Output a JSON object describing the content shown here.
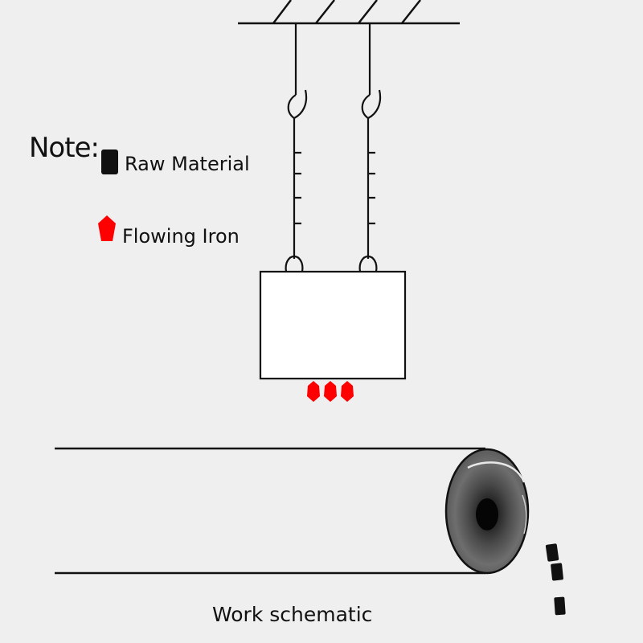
{
  "note": {
    "label": "Note:"
  },
  "legend": [
    {
      "label": "Raw Material",
      "symbol": "black-square",
      "color": "#111111"
    },
    {
      "label": "Flowing Iron",
      "symbol": "red-droplet",
      "color": "#ff0000"
    }
  ],
  "caption": "Work schematic",
  "colors": {
    "background": "#efefef",
    "line": "#111111",
    "flowing_iron": "#ff0000",
    "raw_material": "#111111"
  }
}
